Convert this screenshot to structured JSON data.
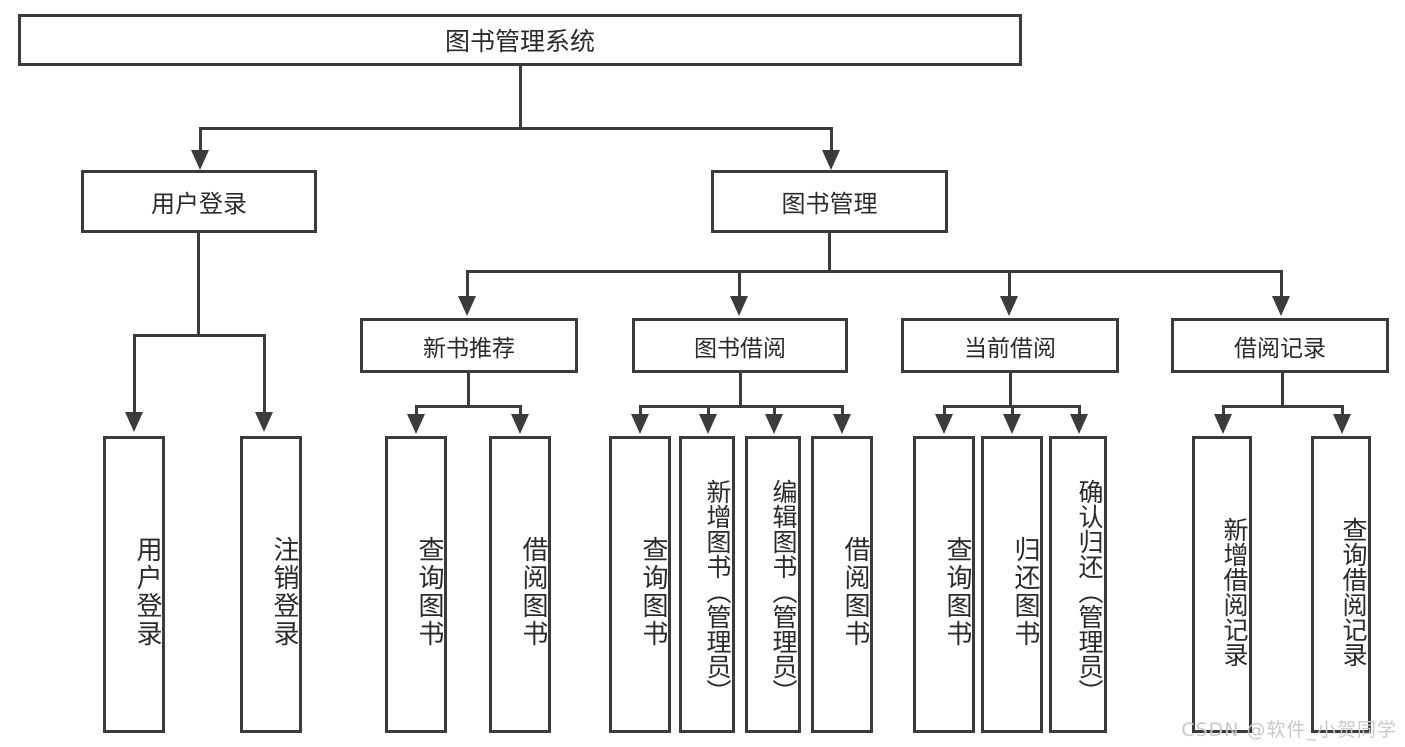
{
  "diagram": {
    "type": "tree-hierarchy",
    "title": "图书管理系统",
    "root": {
      "label": "图书管理系统"
    },
    "level2": [
      {
        "label": "用户登录"
      },
      {
        "label": "图书管理"
      }
    ],
    "groups": [
      {
        "label": "新书推荐"
      },
      {
        "label": "图书借阅"
      },
      {
        "label": "当前借阅"
      },
      {
        "label": "借阅记录"
      }
    ],
    "leaves": {
      "user_login": [
        {
          "label": "用户登录"
        },
        {
          "label": "注销登录"
        }
      ],
      "new_book_recommend": [
        {
          "label": "查询图书"
        },
        {
          "label": "借阅图书"
        }
      ],
      "book_borrow": [
        {
          "label": "查询图书"
        },
        {
          "label": "新增图书（管理员）"
        },
        {
          "label": "编辑图书（管理员）"
        },
        {
          "label": "借阅图书"
        }
      ],
      "current_borrow": [
        {
          "label": "查询图书"
        },
        {
          "label": "归还图书"
        },
        {
          "label": "确认归还（管理员）"
        }
      ],
      "borrow_record": [
        {
          "label": "新增借阅记录"
        },
        {
          "label": "查询借阅记录"
        }
      ]
    }
  },
  "watermark": {
    "text": "CSDN @软件_小贺同学"
  },
  "colors": {
    "stroke": "#3b3b3b",
    "text": "#2b2b2b",
    "background": "#ffffff",
    "watermark": "#c9c9c9"
  }
}
